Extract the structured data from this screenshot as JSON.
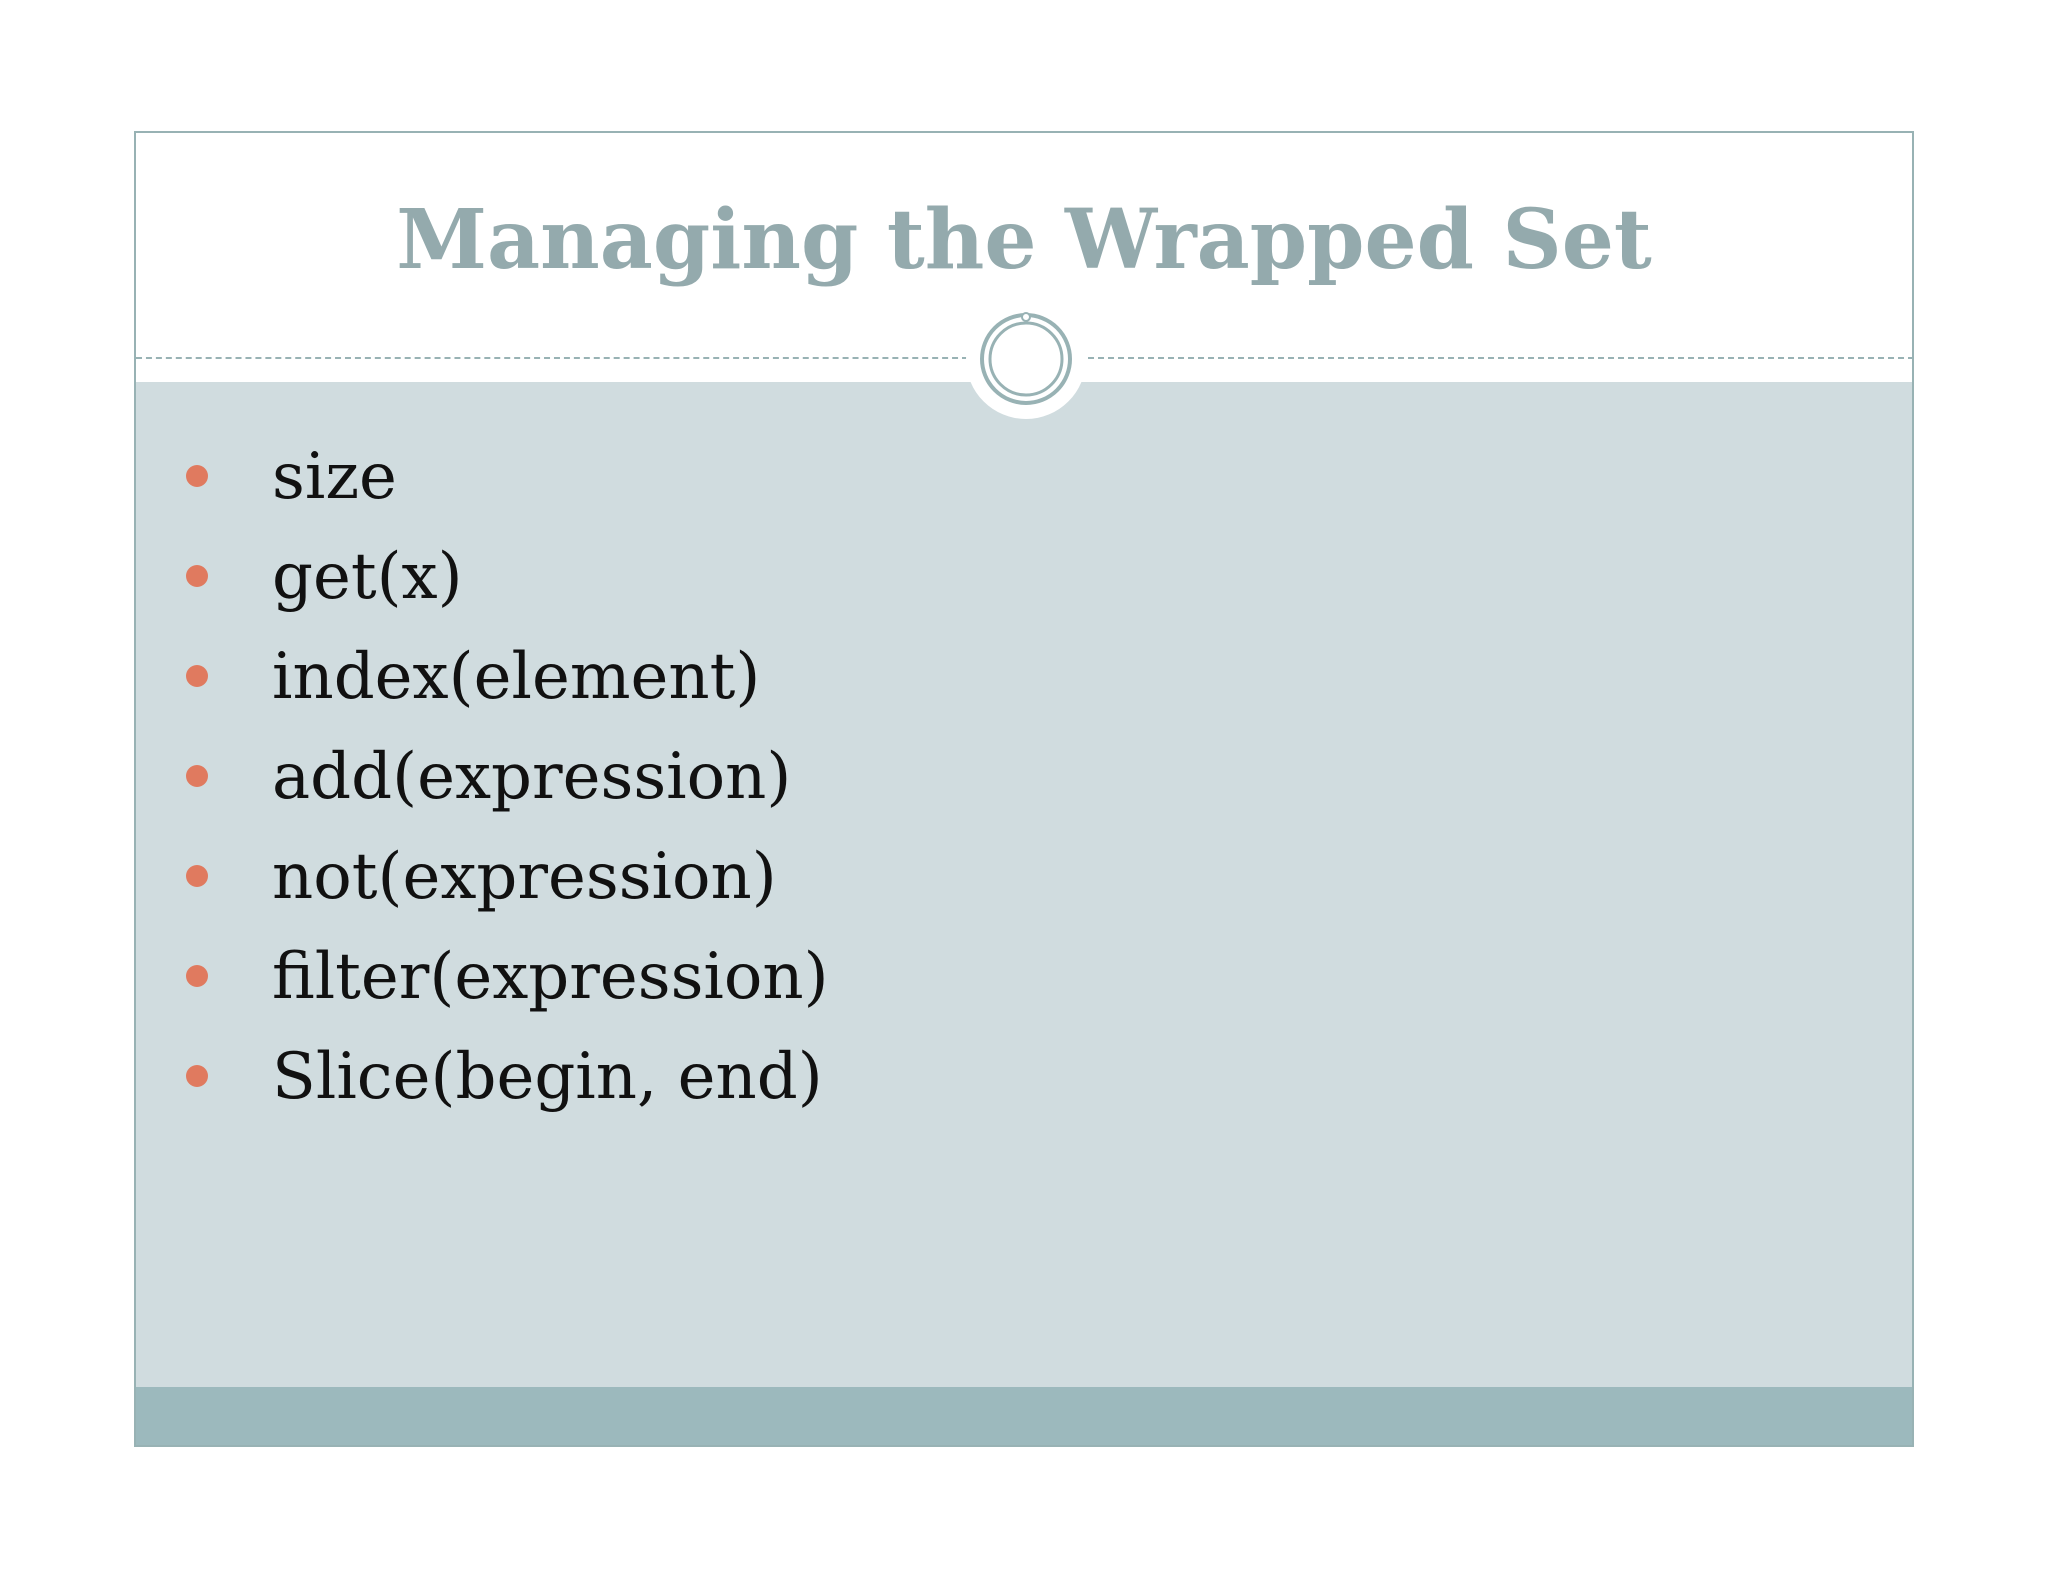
{
  "slide": {
    "title": "Managing the Wrapped Set",
    "bullets": [
      "size",
      "get(x)",
      "index(element)",
      "add(expression)",
      "not(expression)",
      "filter(expression)",
      "Slice(begin, end)"
    ]
  },
  "colors": {
    "title": "#94aaad",
    "content_background": "#d0dcdf",
    "footer_band": "#9cb9bd",
    "border": "#98b2b4",
    "bullet": "#e07a5f",
    "text": "#111111"
  },
  "icons": {
    "divider_ornament": "circle-ring-icon",
    "bullet_marker": "bullet-dot-icon"
  }
}
